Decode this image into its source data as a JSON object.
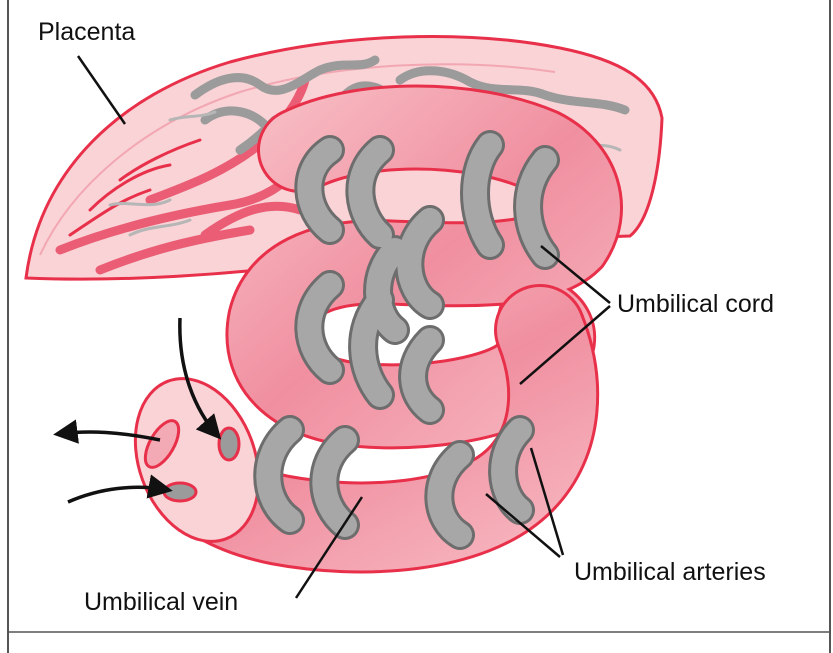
{
  "labels": {
    "placenta": "Placenta",
    "umbilical_cord": "Umbilical cord",
    "umbilical_arteries": "Umbilical arteries",
    "umbilical_vein": "Umbilical vein"
  },
  "colors": {
    "placenta_fill": "#f9d3d6",
    "outline": "#e8304a",
    "cord_fill": "#f5a9b3",
    "cord_dark": "#ee6f82",
    "artery_gray": "#9b9b9b",
    "artery_outline": "#6d6d6d",
    "frame": "#555555"
  }
}
